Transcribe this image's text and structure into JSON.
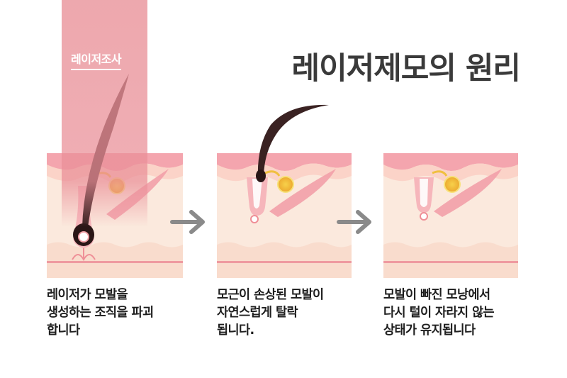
{
  "title": "레이저제모의 원리",
  "laser_label": "레이저조사",
  "steps": [
    {
      "caption_lines": [
        "레이저가 모발을",
        "생성하는 조직을 파괴",
        "합니다"
      ]
    },
    {
      "caption_lines": [
        "모근이 손상된 모발이",
        "자연스럽게 탈락",
        "됩니다."
      ]
    },
    {
      "caption_lines": [
        "모발이 빠진 모낭에서",
        "다시 털이 자라지 않는",
        "상태가 유지됩니다"
      ]
    }
  ],
  "colors": {
    "laser_beam": "#e9939a",
    "skin_surface": "#f4a5ae",
    "skin_layer": "#fbe0d4",
    "dermis": "#fbe9dd",
    "hair": "#3a2222",
    "sebaceous_gland": "#f0b62f",
    "arrow": "#8a8a8a",
    "title": "#3a3a3a"
  },
  "icons": [
    "arrow-right-icon",
    "arrow-right-icon"
  ]
}
